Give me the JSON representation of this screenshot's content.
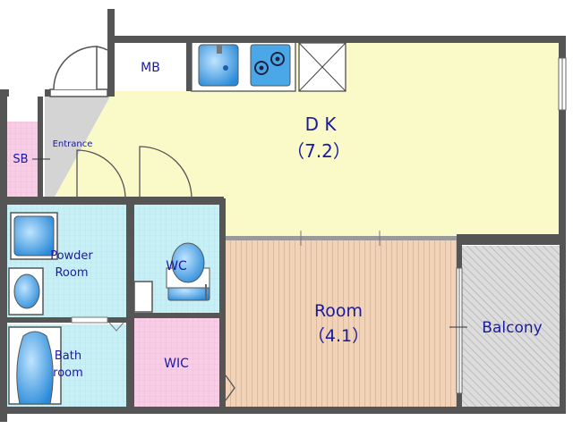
{
  "floor_plan": {
    "rooms": {
      "dk": {
        "name": "D K",
        "area": "（7.2）"
      },
      "room": {
        "name": "Room",
        "area": "（4.1）"
      },
      "balcony": {
        "name": "Balcony"
      },
      "mb": {
        "name": "MB"
      },
      "sb": {
        "name": "SB"
      },
      "entrance": {
        "name": "Entrance"
      },
      "powder_room": {
        "line1": "Powder",
        "line2": "Room"
      },
      "wc": {
        "name": "WC"
      },
      "bath_room": {
        "line1": "Bath",
        "line2": "room"
      },
      "wic": {
        "name": "WIC"
      }
    },
    "colors": {
      "wall": "#555555",
      "dk_floor": "#fafac8",
      "room_floor": "#f2d3b8",
      "water_area": "#c6f0f6",
      "closet": "#f9cde6",
      "balcony": "#d8d8d8",
      "entrance": "#d4d4d4",
      "fixture": "#3a9ee0",
      "label": "#1a1aa0"
    }
  }
}
